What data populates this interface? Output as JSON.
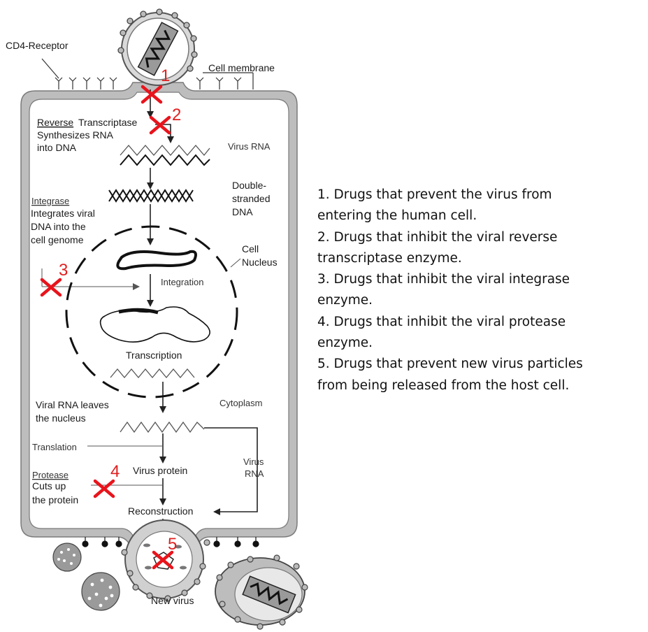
{
  "diagram": {
    "labels": {
      "cd4_receptor": "CD4-Receptor",
      "cell_membrane": "Cell membrane",
      "reverse": "Reverse",
      "transcriptase": "Transcriptase",
      "synthesizes_1": "Synthesizes RNA",
      "synthesizes_2": "into DNA",
      "virus_rna_top": "Virus RNA",
      "double_1": "Double-",
      "double_2": "stranded",
      "double_3": "DNA",
      "integrase": "Integrase",
      "integrates_1": "Integrates viral",
      "integrates_2": "DNA into the",
      "integrates_3": "cell genome",
      "nucleus_1": "Cell",
      "nucleus_2": "Nucleus",
      "integration": "Integration",
      "transcription": "Transcription",
      "viral_rna_1": "Viral RNA leaves",
      "viral_rna_2": "the nucleus",
      "cytoplasm": "Cytoplasm",
      "translation": "Translation",
      "virus_protein": "Virus protein",
      "virus_rna_side_1": "Virus",
      "virus_rna_side_2": "RNA",
      "protease": "Protease",
      "cuts_1": "Cuts up",
      "cuts_2": "the protein",
      "reconstruction": "Reconstruction",
      "new_virus": "New virus"
    },
    "markers": [
      "1",
      "2",
      "3",
      "4",
      "5"
    ],
    "colors": {
      "marker": "#e8141c",
      "membrane": "#b9b9b9",
      "line": "#222222"
    }
  },
  "legend": {
    "items": [
      "1.  Drugs that prevent the virus from",
      "entering the human cell.",
      "2.  Drugs that inhibit the viral reverse",
      "transcriptase enzyme.",
      "3. Drugs that inhibit the viral integrase",
      "enzyme.",
      "4. Drugs that inhibit the viral protease",
      "enzyme.",
      "5. Drugs that prevent new virus particles",
      "from being released from the host cell."
    ]
  }
}
